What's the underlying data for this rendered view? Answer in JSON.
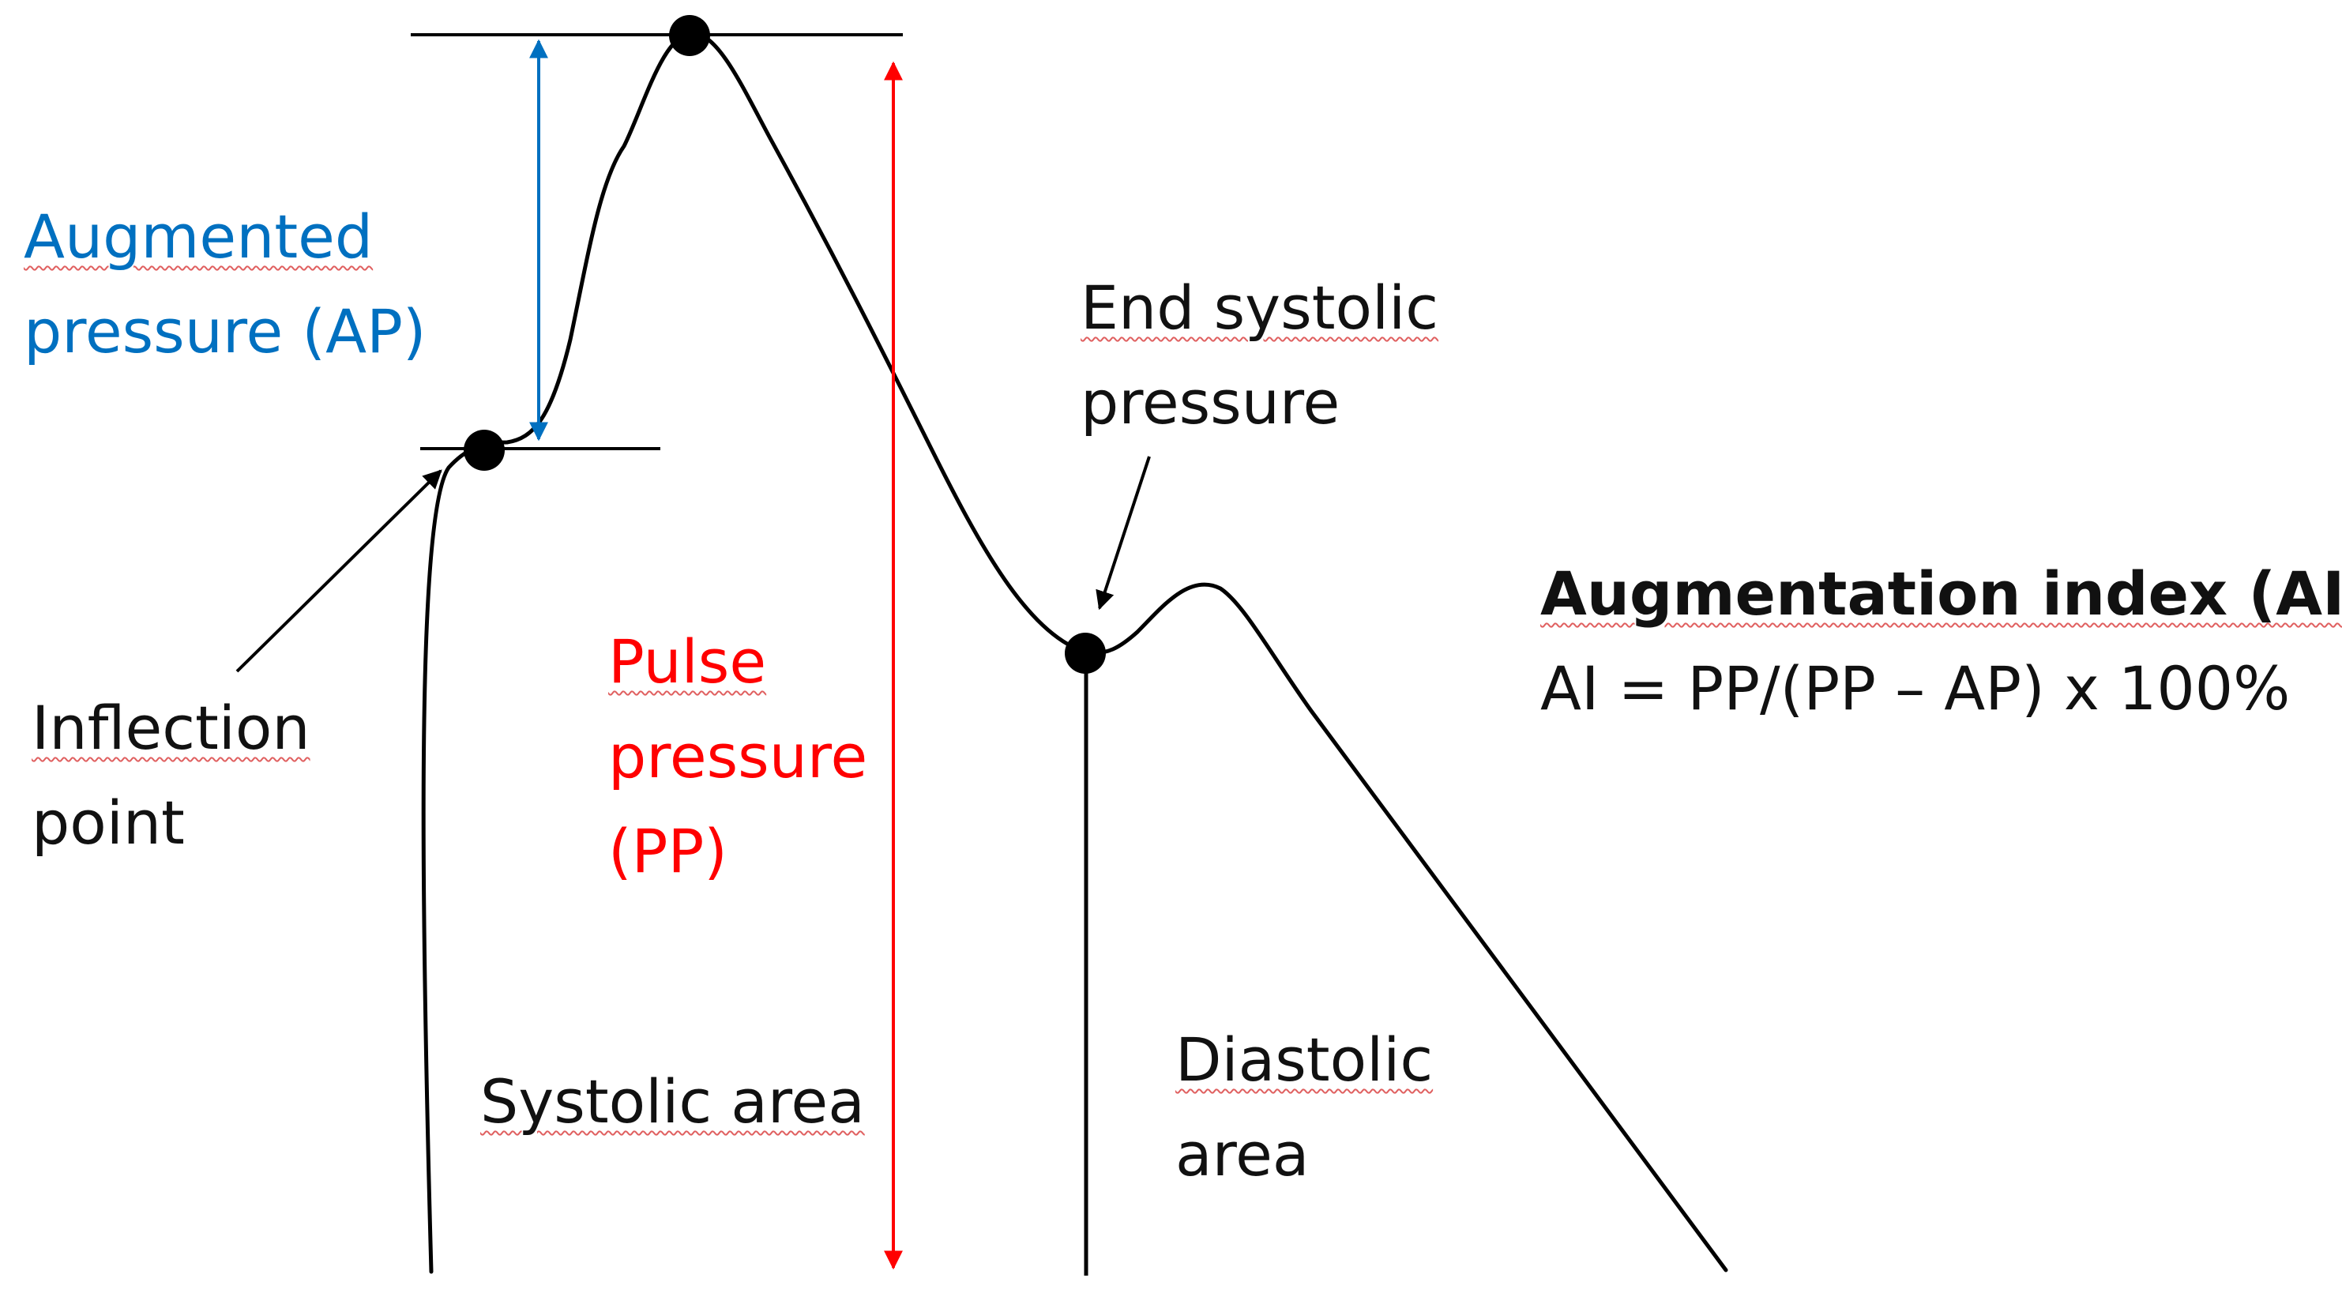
{
  "colors": {
    "curve": "#000000",
    "augmented_pressure": "#0070c0",
    "pulse_pressure": "#ff0000",
    "spellcheck_underline": "#e06060"
  },
  "labels": {
    "augmented_pressure": [
      "Augmented",
      "pressure (AP)"
    ],
    "pulse_pressure": [
      "Pulse",
      "pressure",
      "(PP)"
    ],
    "inflection_point": [
      "Inflection",
      "point"
    ],
    "end_systolic_pressure": [
      "End systolic",
      "pressure"
    ],
    "systolic_area": "Systolic area",
    "diastolic_area": [
      "Diastolic",
      "area"
    ]
  },
  "formula": {
    "title": "Augmentation index (AI)",
    "expression": "AI = PP/(PP – AP) x 100%"
  }
}
